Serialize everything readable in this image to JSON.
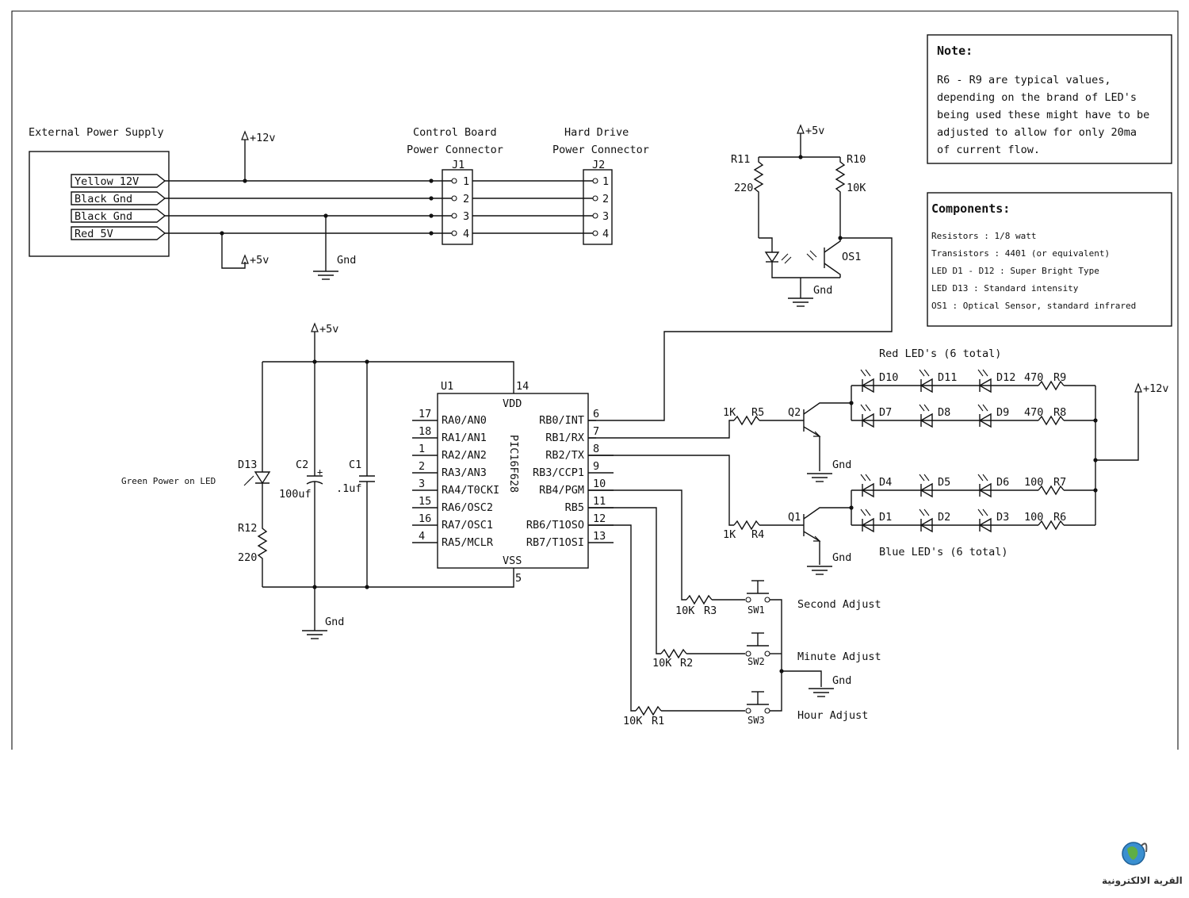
{
  "supply": {
    "title": "External Power Supply",
    "wires": [
      "Yellow 12V",
      "Black Gnd",
      "Black Gnd",
      "Red 5V"
    ]
  },
  "rails": {
    "p12": "+12v",
    "p5": "+5v",
    "gnd": "Gnd"
  },
  "j1": {
    "title1": "Control Board",
    "title2": "Power Connector",
    "ref": "J1",
    "pins": [
      "1",
      "2",
      "3",
      "4"
    ]
  },
  "j2": {
    "title1": "Hard Drive",
    "title2": "Power Connector",
    "ref": "J2",
    "pins": [
      "1",
      "2",
      "3",
      "4"
    ]
  },
  "sensor": {
    "r11": "R11",
    "r11_val": "220",
    "r10": "R10",
    "r10_val": "10K",
    "os1": "OS1"
  },
  "note": {
    "title": "Note:",
    "lines": [
      "R6 - R9 are typical values,",
      "depending on the brand of LED's",
      "being used these might have to be",
      "adjusted to allow for only 20ma",
      "of current flow."
    ]
  },
  "components": {
    "title": "Components:",
    "lines": [
      "Resistors : 1/8 watt",
      "Transistors : 4401 (or equivalent)",
      "LED D1 - D12 : Super Bright Type",
      "LED D13 : Standard intensity",
      "OS1 : Optical Sensor, standard infrared"
    ]
  },
  "mcu": {
    "ref": "U1",
    "part": "PIC16F628",
    "vdd": "VDD",
    "vss": "VSS",
    "vdd_pin": "14",
    "vss_pin": "5",
    "left": [
      {
        "pin": "17",
        "name": "RA0/AN0"
      },
      {
        "pin": "18",
        "name": "RA1/AN1"
      },
      {
        "pin": "1",
        "name": "RA2/AN2"
      },
      {
        "pin": "2",
        "name": "RA3/AN3"
      },
      {
        "pin": "3",
        "name": "RA4/T0CKI"
      },
      {
        "pin": "15",
        "name": "RA6/OSC2"
      },
      {
        "pin": "16",
        "name": "RA7/OSC1"
      },
      {
        "pin": "4",
        "name": "RA5/MCLR"
      }
    ],
    "right": [
      {
        "pin": "6",
        "name": "RB0/INT"
      },
      {
        "pin": "7",
        "name": "RB1/RX"
      },
      {
        "pin": "8",
        "name": "RB2/TX"
      },
      {
        "pin": "9",
        "name": "RB3/CCP1"
      },
      {
        "pin": "10",
        "name": "RB4/PGM"
      },
      {
        "pin": "11",
        "name": "RB5"
      },
      {
        "pin": "12",
        "name": "RB6/T1OSO"
      },
      {
        "pin": "13",
        "name": "RB7/T1OSI"
      }
    ]
  },
  "power_led": {
    "label": "Green Power on LED",
    "d13": "D13",
    "r12": "R12",
    "r12_val": "220",
    "c2": "C2",
    "c2_val": "100uf",
    "c1": "C1",
    "c1_val": ".1uf"
  },
  "drivers": {
    "r5": "R5",
    "r5_val": "1K",
    "q2": "Q2",
    "r4": "R4",
    "r4_val": "1K",
    "q1": "Q1"
  },
  "leds": {
    "red_title": "Red LED's (6 total)",
    "blue_title": "Blue LED's (6 total)",
    "row1": [
      "D10",
      "D11",
      "D12"
    ],
    "row1_r": "R9",
    "row1_val": "470",
    "row2": [
      "D7",
      "D8",
      "D9"
    ],
    "row2_r": "R8",
    "row2_val": "470",
    "row3": [
      "D4",
      "D5",
      "D6"
    ],
    "row3_r": "R7",
    "row3_val": "100",
    "row4": [
      "D1",
      "D2",
      "D3"
    ],
    "row4_r": "R6",
    "row4_val": "100"
  },
  "switches": {
    "sw1": "SW1",
    "sw1_label": "Second Adjust",
    "r3": "R3",
    "r3_val": "10K",
    "sw2": "SW2",
    "sw2_label": "Minute Adjust",
    "r2": "R2",
    "r2_val": "10K",
    "sw3": "SW3",
    "sw3_label": "Hour Adjust",
    "r1": "R1",
    "r1_val": "10K"
  },
  "watermark": {
    "text": "القرية الالكترونية"
  }
}
